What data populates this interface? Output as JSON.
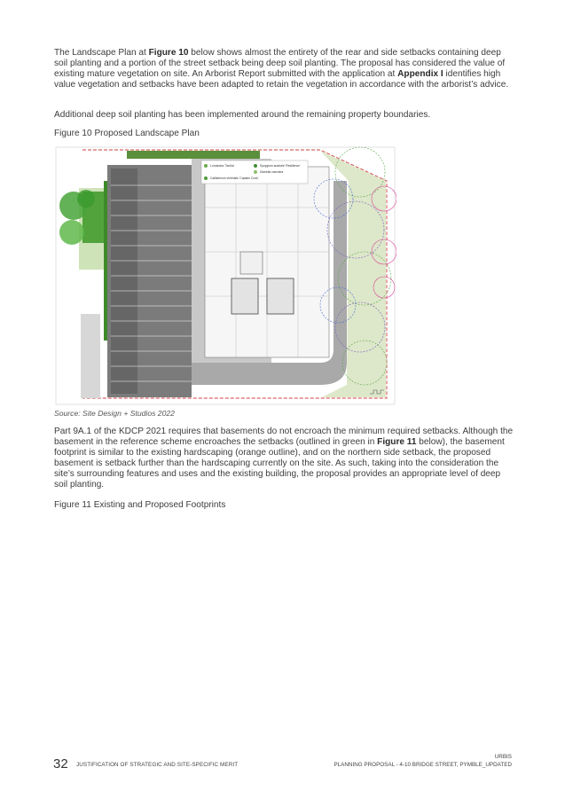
{
  "paragraphs": {
    "p1": {
      "t1": "The Landscape Plan at ",
      "b1": "Figure 10",
      "t2": " below shows almost the entirety of the rear and side setbacks containing deep soil planting and a portion of the street setback being deep soil planting. The proposal has considered the value of existing mature vegetation on site. An Arborist Report submitted with the application at ",
      "b2": "Appendix I",
      "t3": " identifies high value vegetation and setbacks have been adapted to retain the vegetation in accordance with the arborist’s advice."
    },
    "p2": "Additional deep soil planting has been implemented around the remaining property boundaries.",
    "p3": {
      "t1": "Part 9A.1 of the KDCP 2021 requires that basements do not encroach the minimum required setbacks. Although the basement in the reference scheme encroaches the setbacks (outlined in green in ",
      "b1": "Figure 11",
      "t2": " below), the basement footprint is similar to the existing hardscaping (orange outline), and on the northern side setback, the proposed basement is setback further than the hardscaping currently on the site. As such, taking into the consideration the site’s surrounding features and uses and the existing building, the proposal provides an appropriate level of deep soil planting."
    }
  },
  "figure10": {
    "caption": "Figure 10 Proposed Landscape Plan",
    "source": "Source: Site Design + Studios 2022",
    "legend_items": [
      "Lomandra 'Tanika'",
      "Syzygium australe 'Resilience'",
      "Dianella caerulea",
      "Callistemon viminalis 'Captain Cook'"
    ]
  },
  "figure11": {
    "caption": "Figure 11 Existing and Proposed Footprints"
  },
  "footer": {
    "page_number": "32",
    "section": "JUSTIFICATION OF STRATEGIC AND SITE-SPECIFIC MERIT",
    "brand": "URBIS",
    "document": "PLANNING PROPOSAL - 4-10 BRIDGE STREET, PYMBLE_UPDATED"
  }
}
